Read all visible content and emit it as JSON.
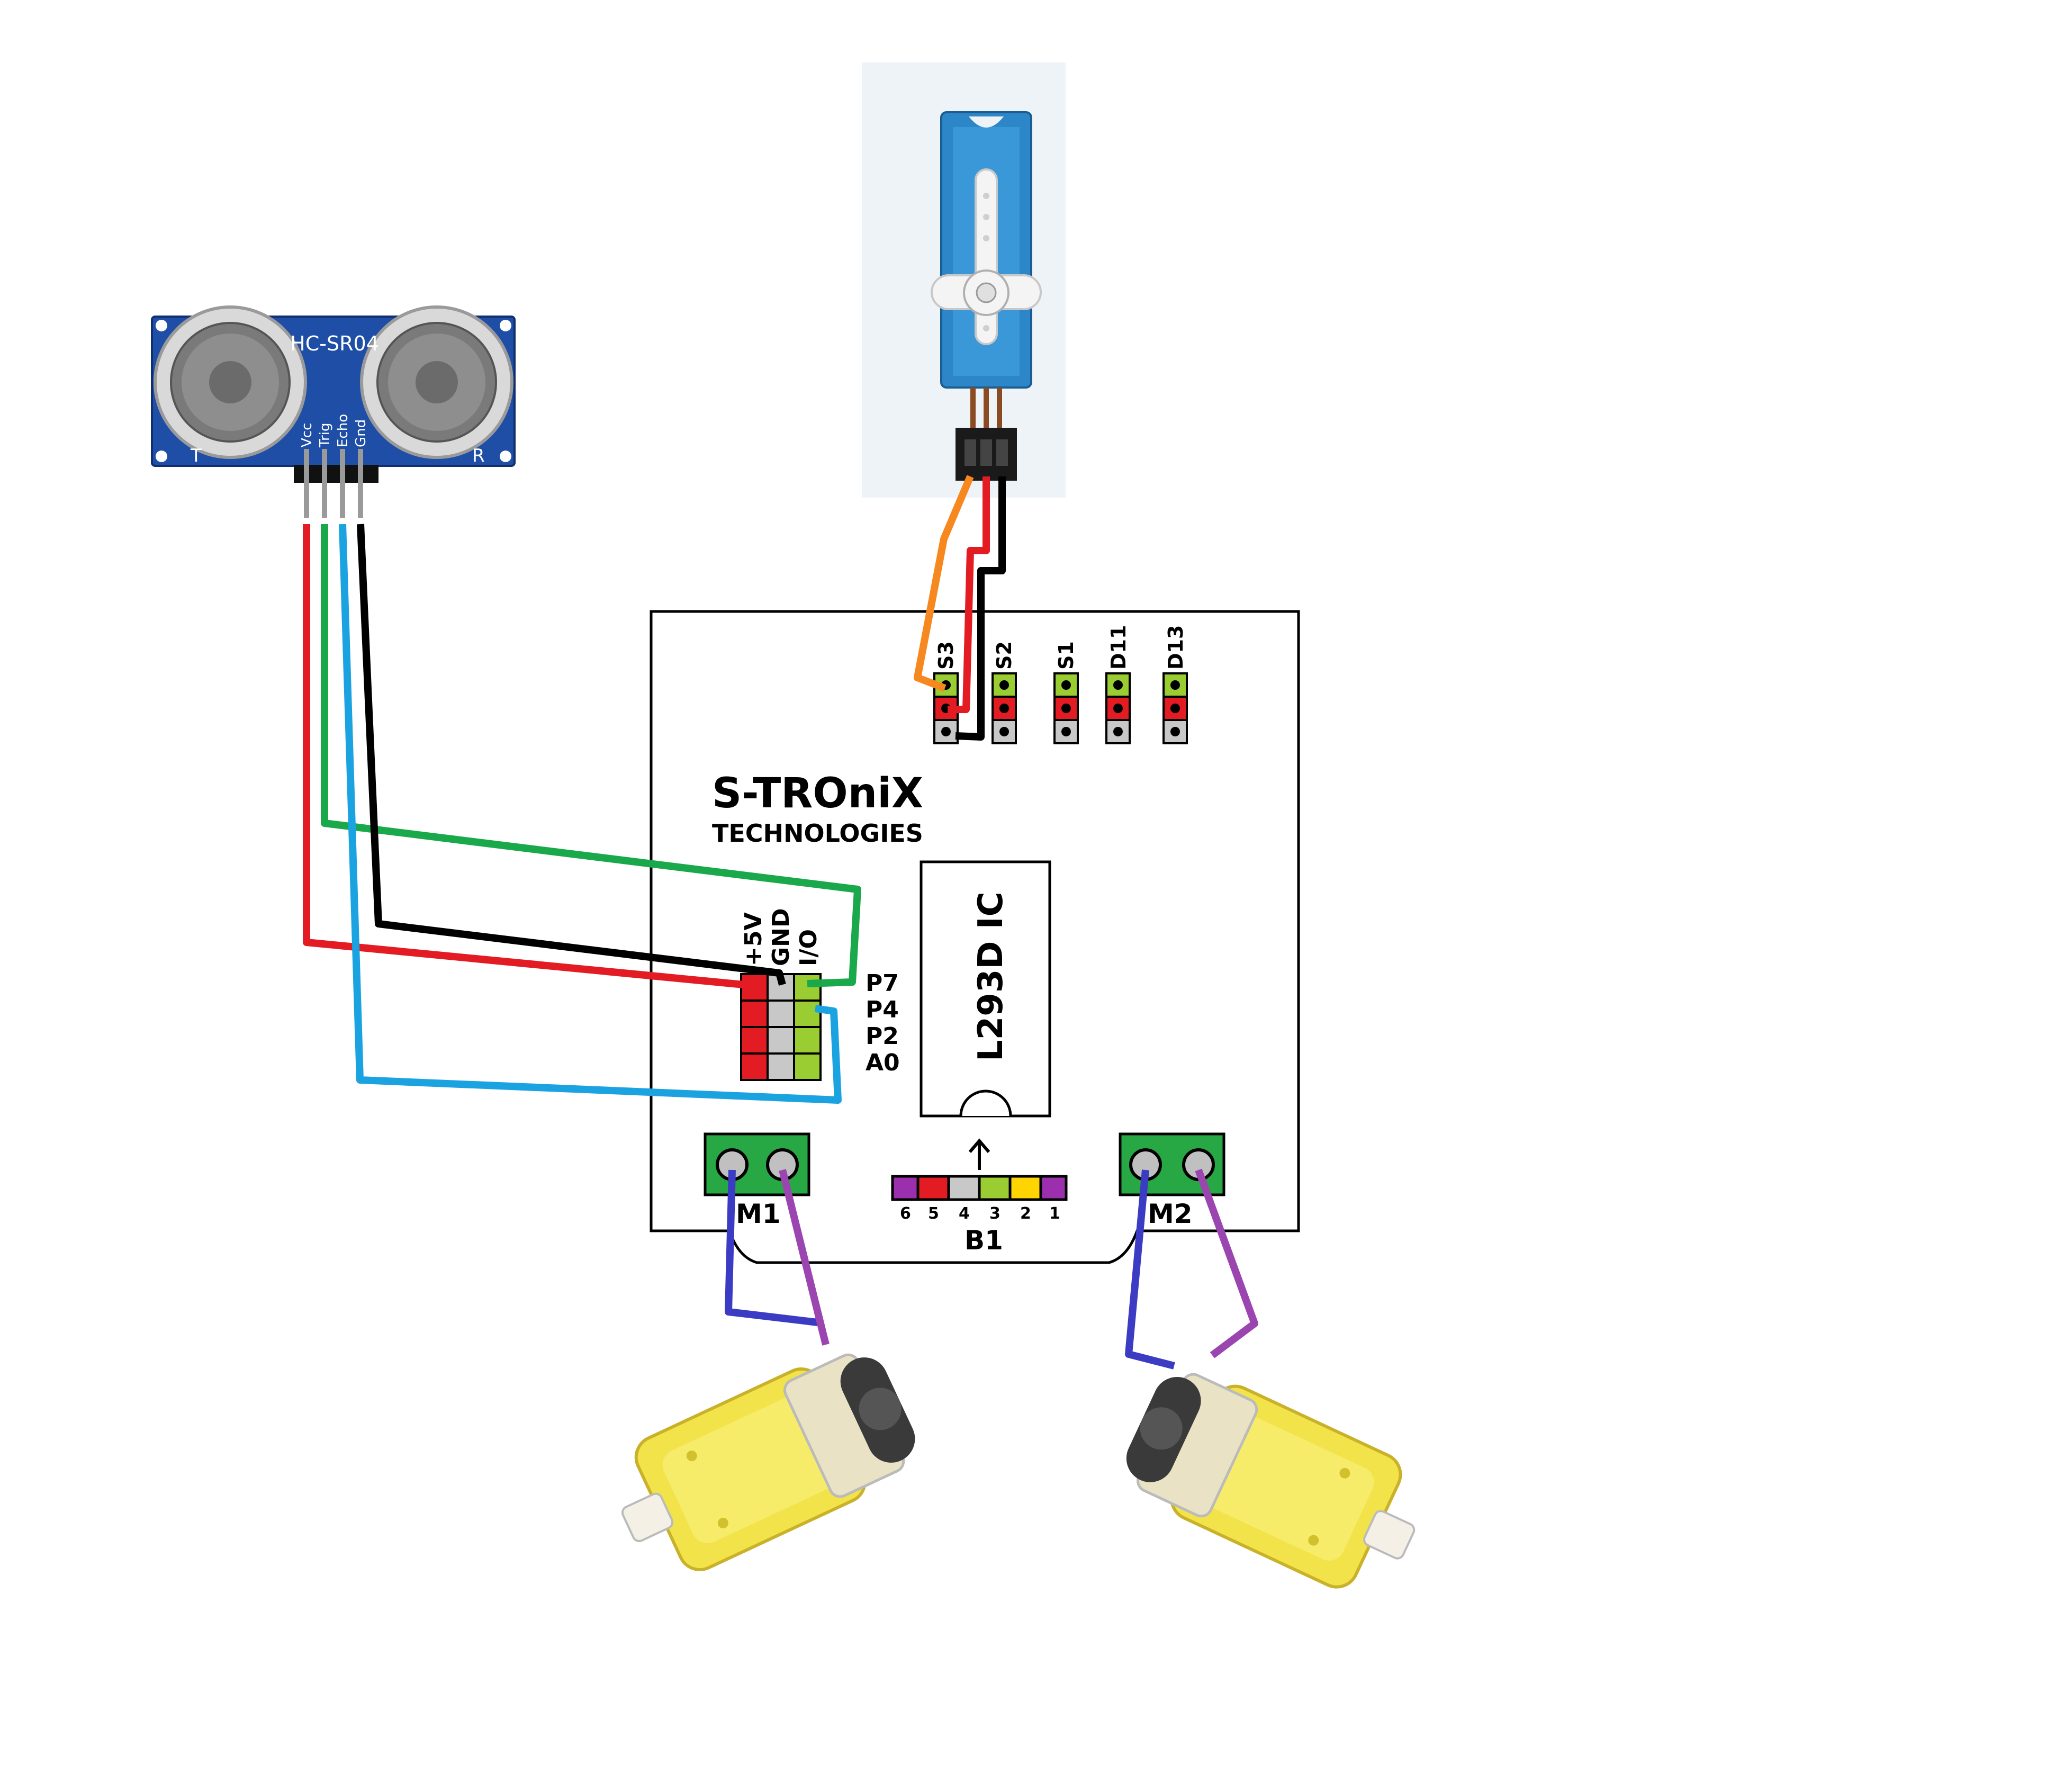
{
  "sensor": {
    "model": "HC-SR04",
    "pins": [
      "Vcc",
      "Trig",
      "Echo",
      "Gnd"
    ],
    "left_mark": "T",
    "right_mark": "R"
  },
  "board": {
    "brand": "S-TROniX",
    "subtitle": "TECHNOLOGIES",
    "ic_label": "L293D IC",
    "servo_headers": [
      "S3",
      "S2",
      "S1",
      "D11",
      "D13"
    ],
    "power_header_cols": [
      "+5V",
      "GND",
      "I/O"
    ],
    "power_header_rows": [
      "P7",
      "P4",
      "P2",
      "A0"
    ],
    "motor_terminals": [
      "M1",
      "M2"
    ],
    "battery_label": "B1",
    "battery_pins": [
      "6",
      "5",
      "4",
      "3",
      "2",
      "1"
    ],
    "battery_pin_colors": [
      "#9b2fae",
      "#e31b23",
      "#c8c8c8",
      "#9acd32",
      "#ffd400",
      "#9b2fae"
    ]
  },
  "colors": {
    "vcc_wire": "#e31b23",
    "trig_wire": "#19a84a",
    "echo_wire": "#1aa3e0",
    "gnd_wire": "#000000",
    "servo_signal_wire": "#f7871f",
    "motor_wire_a": "#3b3bc4",
    "motor_wire_b": "#9b46b0",
    "sensor_pcb": "#1f4ea6",
    "servo_body": "#2d86c7",
    "motor_body": "#f2e34a"
  }
}
